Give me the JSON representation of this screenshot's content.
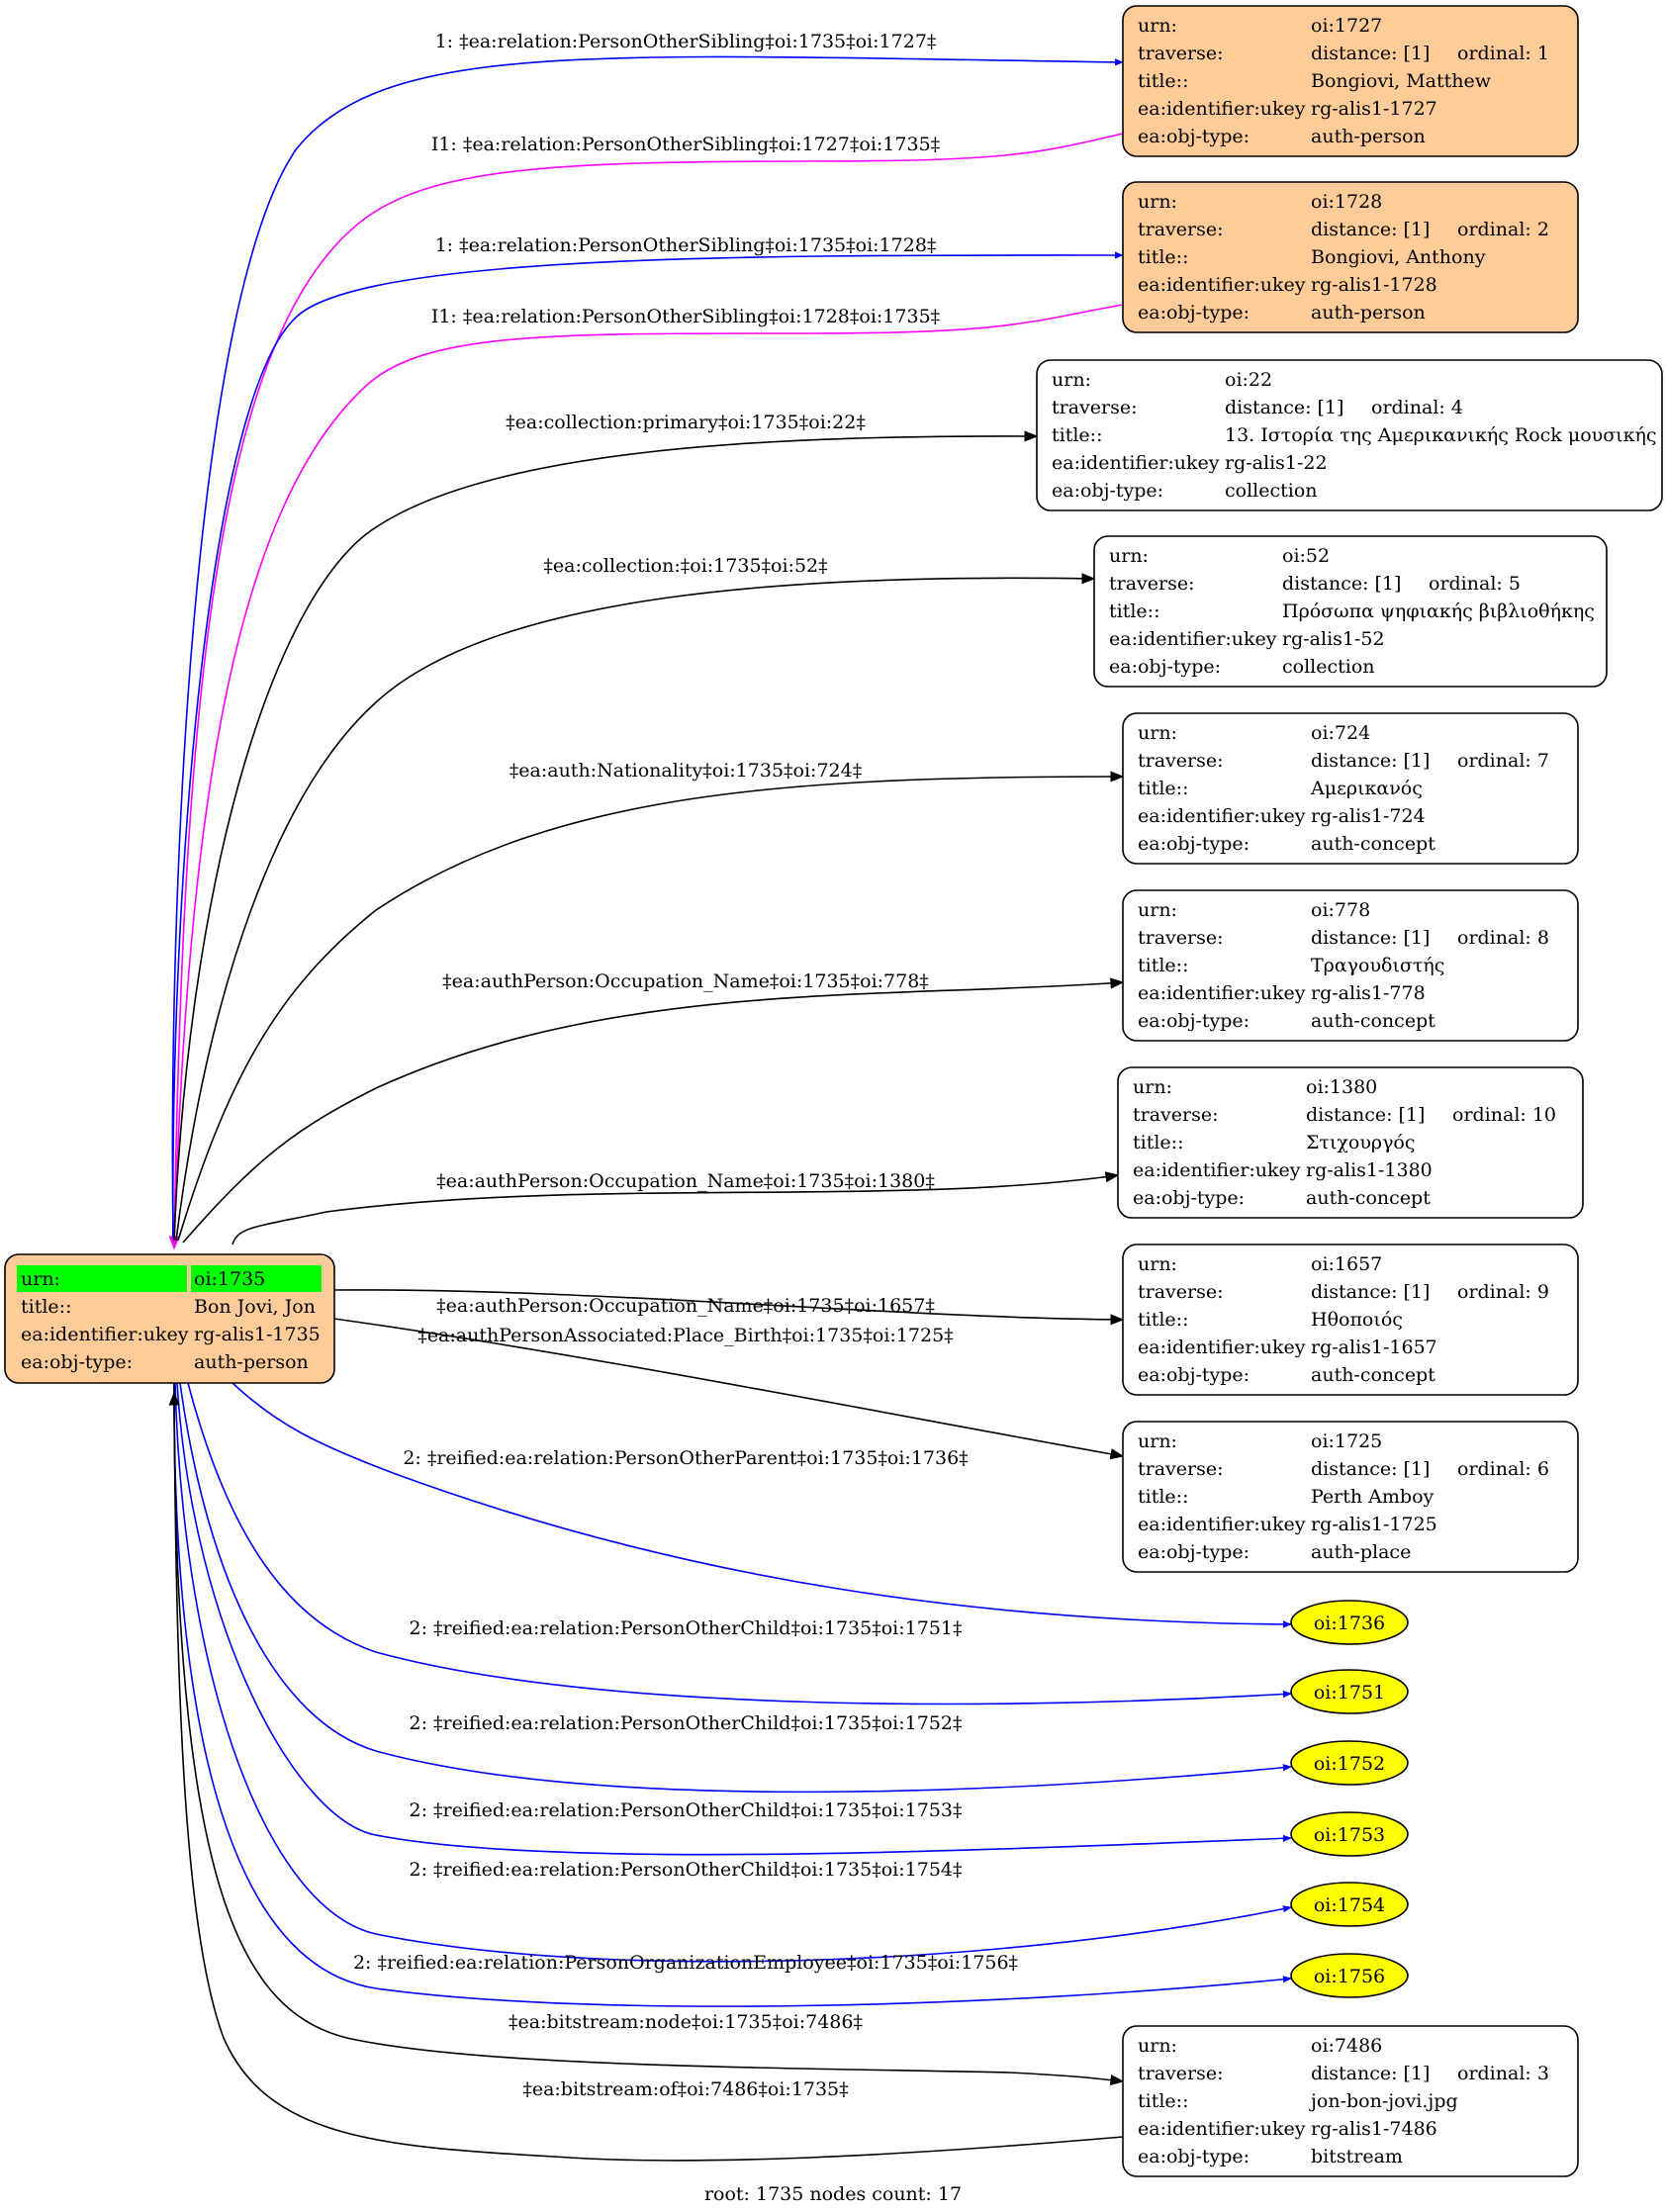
{
  "colors": {
    "root_fill": "#ffcc99",
    "highlight": "#00ff00",
    "ellipse_fill": "#ffff00",
    "blue_edge": "#0000ff",
    "magenta_edge": "#ff00ff",
    "black_edge": "#000000"
  },
  "root": {
    "urn_key": "urn:",
    "urn_val": "oi:1735",
    "title_key": "title::",
    "title_val": "Bon Jovi, Jon",
    "ukey_key": "ea:identifier:ukey",
    "ukey_val": "rg-alis1-1735",
    "type_key": "ea:obj-type:",
    "type_val": "auth-person"
  },
  "nodes": [
    {
      "id": "n1727",
      "urn": "oi:1727",
      "distance": "distance: [1]",
      "ordinal": "ordinal: 1",
      "title": "Bongiovi, Matthew",
      "ukey": "rg-alis1-1727",
      "type": "auth-person",
      "fill": "#ffcc99"
    },
    {
      "id": "n1728",
      "urn": "oi:1728",
      "distance": "distance: [1]",
      "ordinal": "ordinal: 2",
      "title": "Bongiovi, Anthony",
      "ukey": "rg-alis1-1728",
      "type": "auth-person",
      "fill": "#ffcc99"
    },
    {
      "id": "n22",
      "urn": "oi:22",
      "distance": "distance: [1]",
      "ordinal": "ordinal: 4",
      "title": "13. Ιστορία της Αμερικανικής Rock μουσικής",
      "ukey": "rg-alis1-22",
      "type": "collection",
      "fill": "#ffffff"
    },
    {
      "id": "n52",
      "urn": "oi:52",
      "distance": "distance: [1]",
      "ordinal": "ordinal: 5",
      "title": "Πρόσωπα ψηφιακής βιβλιοθήκης",
      "ukey": "rg-alis1-52",
      "type": "collection",
      "fill": "#ffffff"
    },
    {
      "id": "n724",
      "urn": "oi:724",
      "distance": "distance: [1]",
      "ordinal": "ordinal: 7",
      "title": "Αμερικανός",
      "ukey": "rg-alis1-724",
      "type": "auth-concept",
      "fill": "#ffffff"
    },
    {
      "id": "n778",
      "urn": "oi:778",
      "distance": "distance: [1]",
      "ordinal": "ordinal: 8",
      "title": "Τραγουδιστής",
      "ukey": "rg-alis1-778",
      "type": "auth-concept",
      "fill": "#ffffff"
    },
    {
      "id": "n1380",
      "urn": "oi:1380",
      "distance": "distance: [1]",
      "ordinal": "ordinal: 10",
      "title": "Στιχουργός",
      "ukey": "rg-alis1-1380",
      "type": "auth-concept",
      "fill": "#ffffff"
    },
    {
      "id": "n1657",
      "urn": "oi:1657",
      "distance": "distance: [1]",
      "ordinal": "ordinal: 9",
      "title": "Ηθοποιός",
      "ukey": "rg-alis1-1657",
      "type": "auth-concept",
      "fill": "#ffffff"
    },
    {
      "id": "n1725",
      "urn": "oi:1725",
      "distance": "distance: [1]",
      "ordinal": "ordinal: 6",
      "title": "Perth Amboy",
      "ukey": "rg-alis1-1725",
      "type": "auth-place",
      "fill": "#ffffff"
    },
    {
      "id": "n7486",
      "urn": "oi:7486",
      "distance": "distance: [1]",
      "ordinal": "ordinal: 3",
      "title": "jon-bon-jovi.jpg",
      "ukey": "rg-alis1-7486",
      "type": "bitstream",
      "fill": "#ffffff"
    }
  ],
  "node_keys": {
    "urn": "urn:",
    "traverse": "traverse:",
    "title": "title::",
    "ukey": "ea:identifier:ukey",
    "type": "ea:obj-type:"
  },
  "ellipses": [
    {
      "id": "e1736",
      "label": "oi:1736"
    },
    {
      "id": "e1751",
      "label": "oi:1751"
    },
    {
      "id": "e1752",
      "label": "oi:1752"
    },
    {
      "id": "e1753",
      "label": "oi:1753"
    },
    {
      "id": "e1754",
      "label": "oi:1754"
    },
    {
      "id": "e1756",
      "label": "oi:1756"
    }
  ],
  "edges": [
    {
      "id": "e-1727-out",
      "label": "1: ‡ea:relation:PersonOtherSibling‡oi:1735‡oi:1727‡",
      "color": "blue"
    },
    {
      "id": "e-1727-in",
      "label": "I1: ‡ea:relation:PersonOtherSibling‡oi:1727‡oi:1735‡",
      "color": "magenta"
    },
    {
      "id": "e-1728-out",
      "label": "1: ‡ea:relation:PersonOtherSibling‡oi:1735‡oi:1728‡",
      "color": "blue"
    },
    {
      "id": "e-1728-in",
      "label": "I1: ‡ea:relation:PersonOtherSibling‡oi:1728‡oi:1735‡",
      "color": "magenta"
    },
    {
      "id": "e-22",
      "label": "‡ea:collection:primary‡oi:1735‡oi:22‡",
      "color": "black"
    },
    {
      "id": "e-52",
      "label": "‡ea:collection:‡oi:1735‡oi:52‡",
      "color": "black"
    },
    {
      "id": "e-724",
      "label": "‡ea:auth:Nationality‡oi:1735‡oi:724‡",
      "color": "black"
    },
    {
      "id": "e-778",
      "label": "‡ea:authPerson:Occupation_Name‡oi:1735‡oi:778‡",
      "color": "black"
    },
    {
      "id": "e-1380",
      "label": "‡ea:authPerson:Occupation_Name‡oi:1735‡oi:1380‡",
      "color": "black"
    },
    {
      "id": "e-1657",
      "label": "‡ea:authPerson:Occupation_Name‡oi:1735‡oi:1657‡",
      "color": "black"
    },
    {
      "id": "e-1725",
      "label": "‡ea:authPersonAssociated:Place_Birth‡oi:1735‡oi:1725‡",
      "color": "black"
    },
    {
      "id": "e-1736",
      "label": "2: ‡reified:ea:relation:PersonOtherParent‡oi:1735‡oi:1736‡",
      "color": "blue"
    },
    {
      "id": "e-1751",
      "label": "2: ‡reified:ea:relation:PersonOtherChild‡oi:1735‡oi:1751‡",
      "color": "blue"
    },
    {
      "id": "e-1752",
      "label": "2: ‡reified:ea:relation:PersonOtherChild‡oi:1735‡oi:1752‡",
      "color": "blue"
    },
    {
      "id": "e-1753",
      "label": "2: ‡reified:ea:relation:PersonOtherChild‡oi:1735‡oi:1753‡",
      "color": "blue"
    },
    {
      "id": "e-1754",
      "label": "2: ‡reified:ea:relation:PersonOtherChild‡oi:1735‡oi:1754‡",
      "color": "blue"
    },
    {
      "id": "e-1756",
      "label": "2: ‡reified:ea:relation:PersonOrganizationEmployee‡oi:1735‡oi:1756‡",
      "color": "blue"
    },
    {
      "id": "e-7486-out",
      "label": "‡ea:bitstream:node‡oi:1735‡oi:7486‡",
      "color": "black"
    },
    {
      "id": "e-7486-in",
      "label": "‡ea:bitstream:of‡oi:7486‡oi:1735‡",
      "color": "black"
    }
  ],
  "footer": "root: 1735 nodes count: 17"
}
